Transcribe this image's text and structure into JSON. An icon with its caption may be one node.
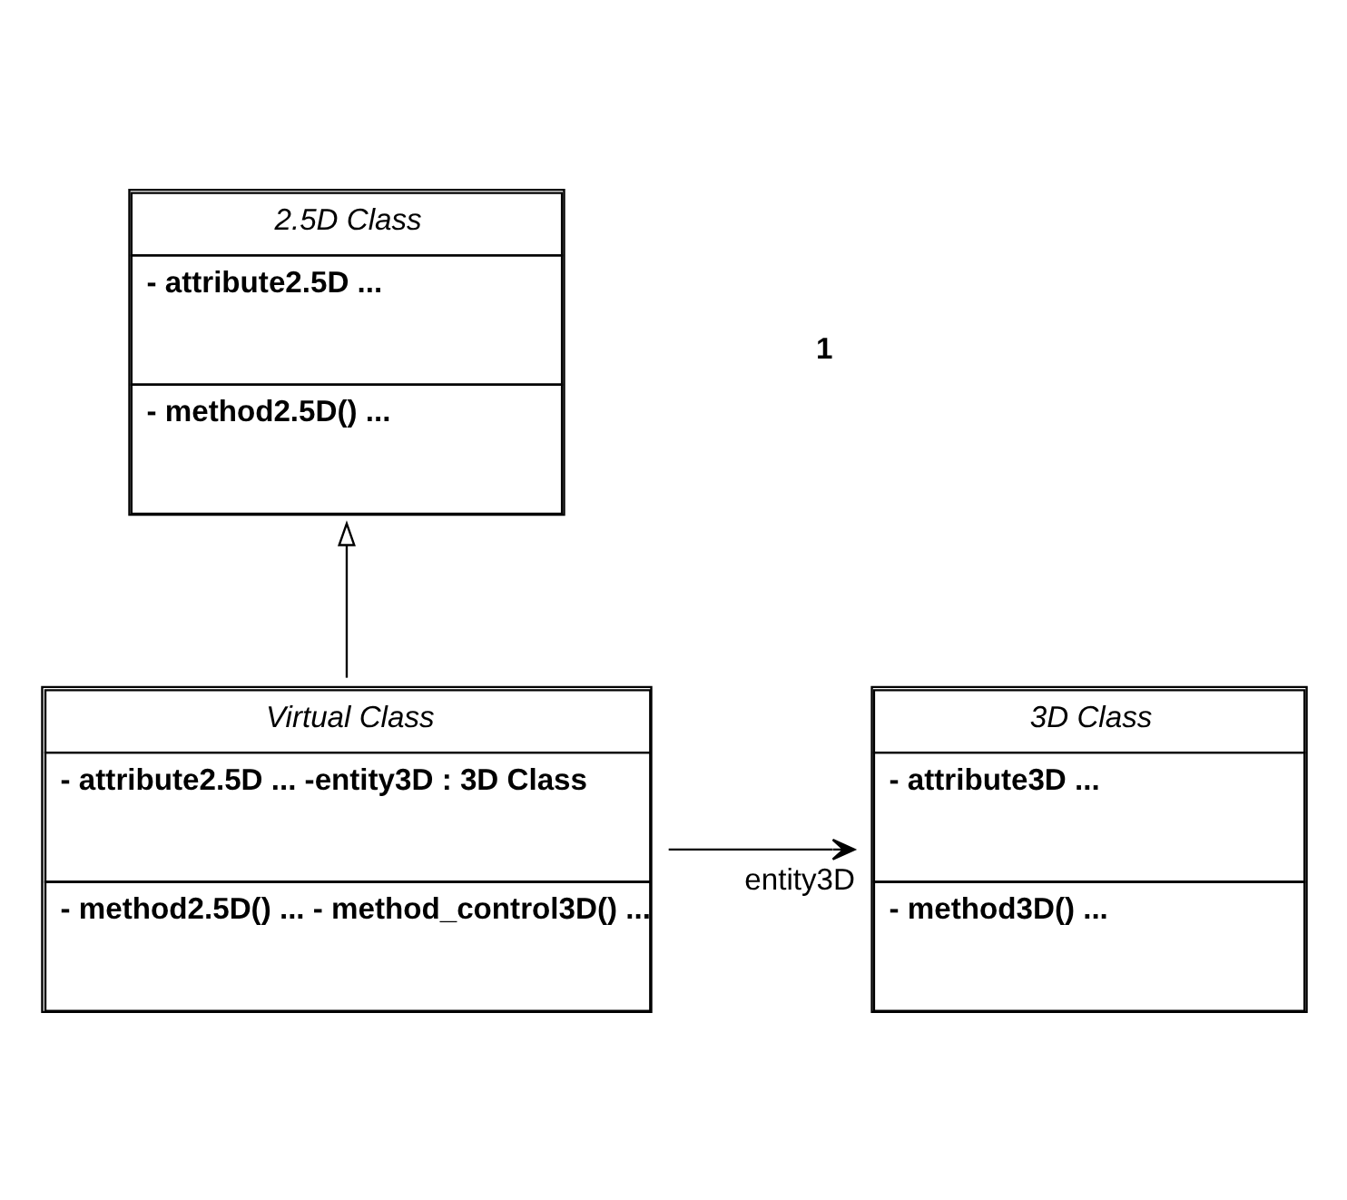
{
  "diagram": {
    "nodes": [
      {
        "text": [
          "2.5D Class",
          "- attribute2.5D ...",
          "- method2.5D() ..."
        ]
      },
      {
        "text": [
          "Virtual Class",
          "- attribute2.5D ... -entity3D : 3D Class",
          "- method2.5D() ... - method_control3D() ..."
        ]
      },
      {
        "text": [
          "3D Class",
          "- attribute3D ...",
          "- method3D() ..."
        ]
      }
    ],
    "edges": [
      {
        "from": 1,
        "to": 0,
        "arrow": "to"
      },
      {
        "from": 1,
        "to": 2,
        "arrow": "to",
        "label": "entity3D"
      }
    ],
    "labels": [
      "1"
    ]
  }
}
